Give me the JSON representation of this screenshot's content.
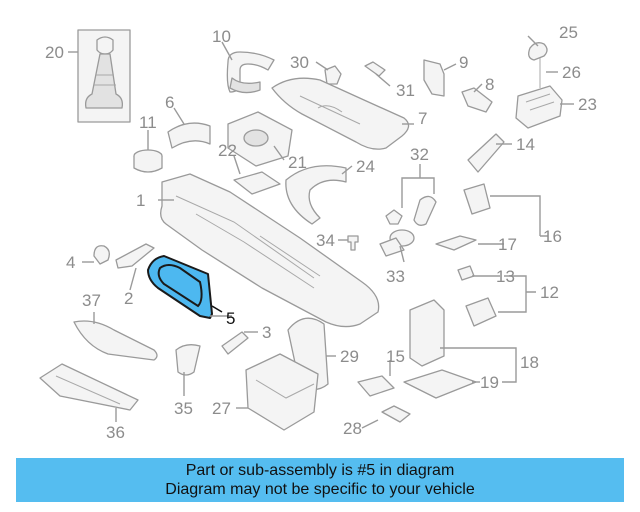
{
  "callouts": {
    "c1": "1",
    "c2": "2",
    "c3": "3",
    "c4": "4",
    "c5": "5",
    "c6": "6",
    "c7": "7",
    "c8": "8",
    "c9": "9",
    "c10": "10",
    "c11": "11",
    "c12": "12",
    "c13": "13",
    "c14": "14",
    "c15": "15",
    "c16": "16",
    "c17": "17",
    "c18": "18",
    "c19": "19",
    "c20": "20",
    "c21": "21",
    "c22": "22",
    "c23": "23",
    "c24": "24",
    "c25": "25",
    "c26": "26",
    "c27": "27",
    "c28": "28",
    "c29": "29",
    "c30": "30",
    "c31": "31",
    "c32": "32",
    "c33": "33",
    "c34": "34",
    "c35": "35",
    "c36": "36",
    "c37": "37"
  },
  "highlight": {
    "part_number": "5",
    "color": "#4db8f0"
  },
  "banner": {
    "line1": "Part or sub-assembly is #5 in diagram",
    "line2": "Diagram may not be specific to your vehicle",
    "color": "#55bdf0"
  }
}
